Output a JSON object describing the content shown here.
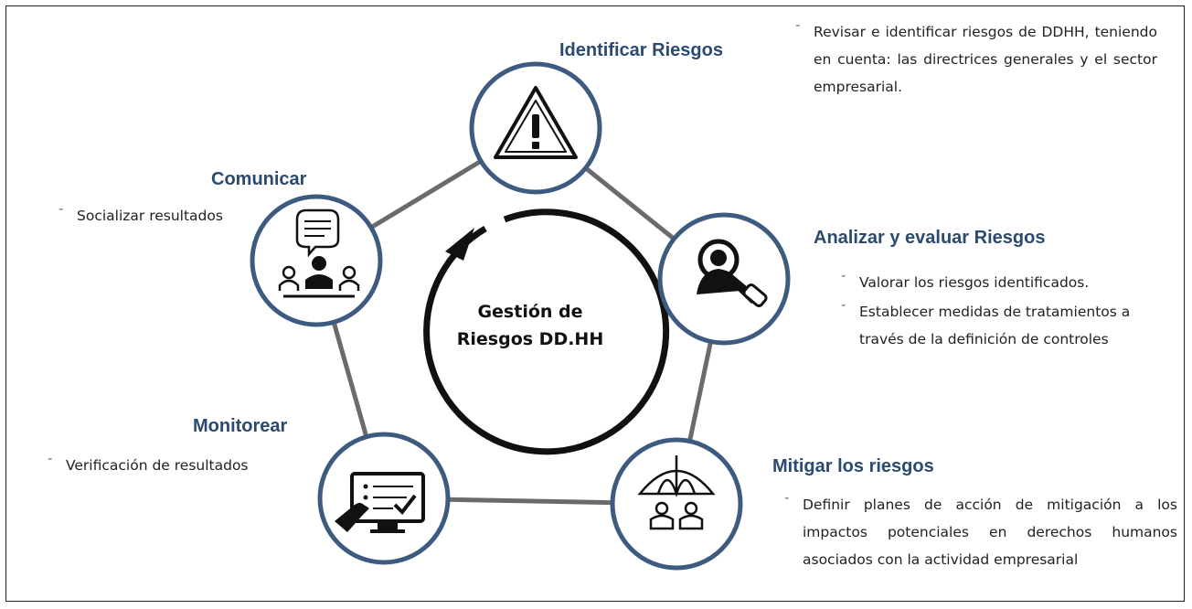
{
  "center": {
    "line1": "Gestión de",
    "line2": "Riesgos DD.HH"
  },
  "colors": {
    "node_ring": "#3d5a80",
    "title": "#2b4a70",
    "connector": "#6b6b6b"
  },
  "nodes": [
    {
      "id": "identificar",
      "title": "Identificar Riesgos",
      "icon": "warning-triangle-icon",
      "bullets": [
        "Revisar e identificar riesgos de DDHH, teniendo en cuenta: las directrices generales y  el sector empresarial."
      ]
    },
    {
      "id": "analizar",
      "title": "Analizar y evaluar Riesgos",
      "icon": "magnifier-person-icon",
      "bullets": [
        "Valorar  los riesgos identificados.",
        "Establecer medidas de tratamientos a través de la definición de controles"
      ]
    },
    {
      "id": "mitigar",
      "title": "Mitigar los riesgos",
      "icon": "umbrella-people-icon",
      "bullets": [
        "Definir planes de acción de mitigación  a los impactos potenciales en derechos humanos asociados con la actividad empresarial"
      ]
    },
    {
      "id": "monitorear",
      "title": "Monitorear",
      "icon": "monitor-checklist-icon",
      "bullets": [
        "Verificación de resultados"
      ]
    },
    {
      "id": "comunicar",
      "title": "Comunicar",
      "icon": "meeting-chat-icon",
      "bullets": [
        "Socializar resultados"
      ]
    }
  ]
}
